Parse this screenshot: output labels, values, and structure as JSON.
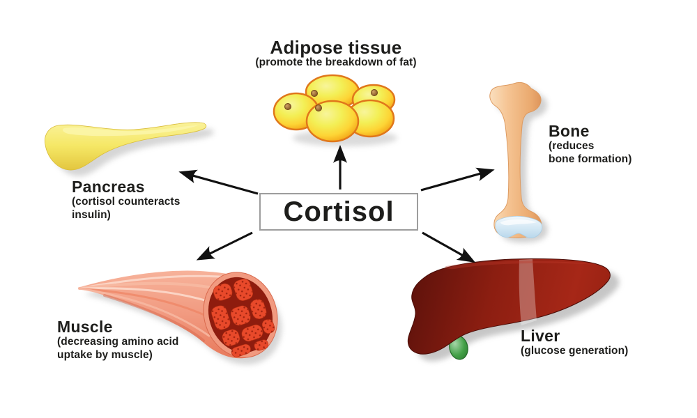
{
  "center": {
    "label": "Cortisol"
  },
  "nodes": {
    "adipose": {
      "label": "Adipose tissue",
      "desc_lines": [
        "(promote the breakdown of fat)"
      ]
    },
    "pancreas": {
      "label": "Pancreas",
      "desc_lines": [
        "(cortisol counteracts",
        "insulin)"
      ]
    },
    "bone": {
      "label": "Bone",
      "desc_lines": [
        "(reduces",
        "bone formation)"
      ]
    },
    "muscle": {
      "label": "Muscle",
      "desc_lines": [
        "(decreasing amino acid",
        "uptake by muscle)"
      ]
    },
    "liver": {
      "label": "Liver",
      "desc_lines": [
        "(glucose generation)"
      ]
    }
  },
  "colors": {
    "text": "#1d1d1b",
    "arrow": "#111111",
    "box_border": "#9d9d9d",
    "adipose_rim": "#e0771b",
    "adipose_fill": "#fdd435",
    "pancreas_fill": "#f5e765",
    "bone_fill": "#f5c493",
    "cartilage_fill": "#cfe6f4",
    "muscle_body": "#f19a80",
    "muscle_cross_bg": "#8e1c0e",
    "muscle_fiber": "#e8492a",
    "liver_fill": "#8c1e11",
    "gallbladder_fill": "#43a047"
  }
}
